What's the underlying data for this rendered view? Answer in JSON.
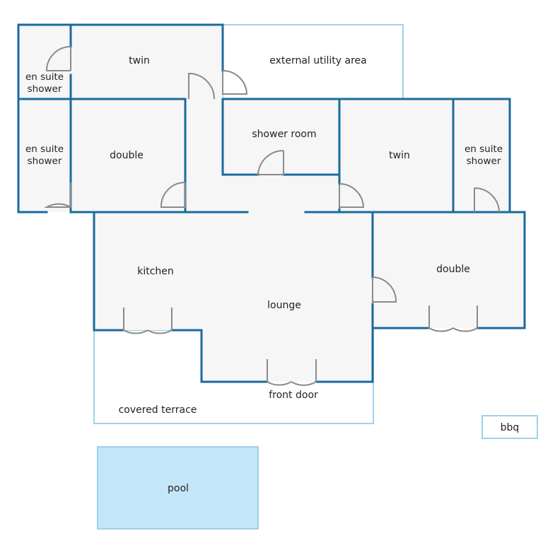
{
  "colors": {
    "wall": "#1a6a9e",
    "light_outline": "#9fd1ea",
    "floor": "#f6f6f6",
    "pool_fill": "#c5e5f8",
    "door": "#8a8a8a",
    "text": "#222222"
  },
  "rooms": {
    "twin_top": "twin",
    "ensuite_top_l1": "en suite",
    "ensuite_top_l2": "shower",
    "external_utility": "external utility area",
    "ensuite_mid_l1": "en suite",
    "ensuite_mid_l2": "shower",
    "double_left": "double",
    "shower_room": "shower room",
    "twin_mid": "twin",
    "ensuite_right_l1": "en suite",
    "ensuite_right_l2": "shower",
    "kitchen": "kitchen",
    "lounge": "lounge",
    "double_right": "double",
    "front_door": "front door",
    "covered_terrace": "covered terrace",
    "bbq": "bbq",
    "pool": "pool"
  }
}
